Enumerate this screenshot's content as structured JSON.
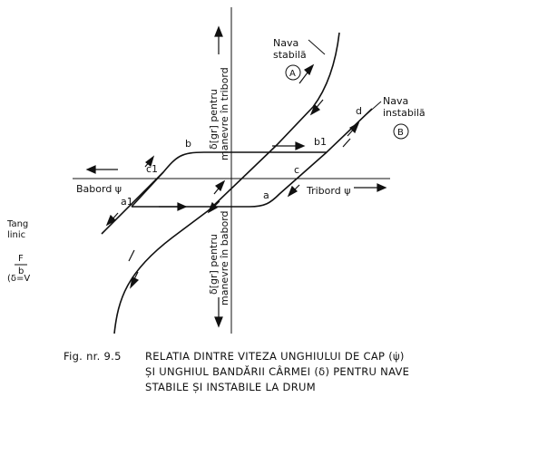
{
  "diagram": {
    "yaxis_upper_label_line1": "δ[gr] pentru",
    "yaxis_upper_label_line2": "manevre în tribord",
    "yaxis_lower_label_line1": "δ[gr] pentru",
    "yaxis_lower_label_line2": "manevre în babord",
    "xaxis_left_label": "Babord ψ",
    "xaxis_right_label": "Tribord ψ",
    "stable_label_line1": "Nava",
    "stable_label_line2": "stabilă",
    "stable_marker": "A",
    "unstable_label_line1": "Nava",
    "unstable_label_line2": "instabilă",
    "unstable_marker": "B",
    "point_b": "b",
    "point_b1": "b1",
    "point_c": "c",
    "point_c1": "c1",
    "point_a": "a",
    "point_a1": "a1",
    "point_d": "d"
  },
  "margin_text": {
    "line1": "Tang",
    "line2": "linic",
    "line3": "F",
    "line4": "b",
    "line5": "(δ=V"
  },
  "caption": {
    "figure_number": "Fig. nr. 9.5",
    "line1": "RELATIA DINTRE VITEZA UNGHIULUI DE CAP (ψ̇)",
    "line2": "ȘI UNGHIUL BANDĂRII CÂRMEI (δ) PENTRU NAVE",
    "line3": "STABILE ȘI INSTABILE LA DRUM"
  },
  "colors": {
    "ink": "#111111",
    "background": "#ffffff"
  }
}
